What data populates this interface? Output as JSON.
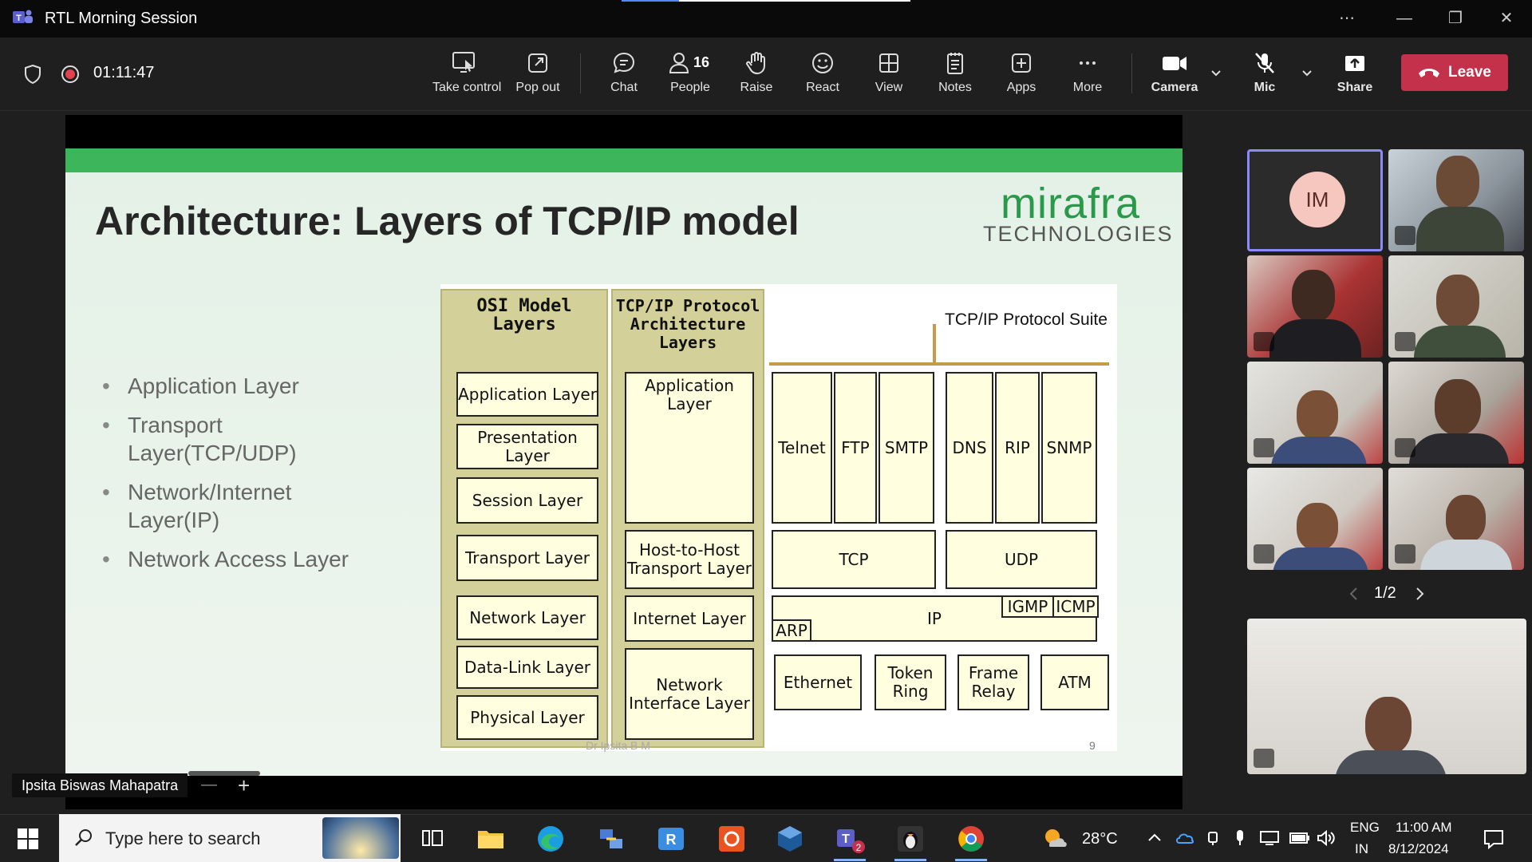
{
  "window": {
    "title": "RTL Morning Session"
  },
  "meeting": {
    "elapsed": "01:11:47",
    "toolbar": {
      "take_control": "Take control",
      "pop_out": "Pop out",
      "chat": "Chat",
      "people": "People",
      "people_count": "16",
      "raise": "Raise",
      "react": "React",
      "view": "View",
      "notes": "Notes",
      "apps": "Apps",
      "more": "More",
      "camera": "Camera",
      "mic": "Mic",
      "share": "Share",
      "leave": "Leave"
    },
    "participant_initials": "IM",
    "pager": "1/2",
    "presenter_name": "Ipsita Biswas Mahapatra",
    "zoom_out": "—",
    "zoom_in": "+"
  },
  "slide": {
    "title": "Architecture: Layers of TCP/IP model",
    "logo_main": "mirafra",
    "logo_sub": "TECHNOLOGIES",
    "bullets": [
      "Application Layer",
      "Transport Layer(TCP/UDP)",
      "Network/Internet Layer(IP)",
      "Network Access Layer"
    ],
    "page_number": "9",
    "watermark": "Dr Ipsita B M",
    "diagram": {
      "osi_head": "OSI Model Layers",
      "osi": [
        "Application Layer",
        "Presentation Layer",
        "Session Layer",
        "Transport Layer",
        "Network Layer",
        "Data-Link Layer",
        "Physical Layer"
      ],
      "tcpip_head": "TCP/IP Protocol Architecture Layers",
      "tcpip": [
        "Application Layer",
        "Host-to-Host Transport Layer",
        "Internet Layer",
        "Network Interface Layer"
      ],
      "suite_label": "TCP/IP Protocol Suite",
      "app_protocols": [
        "Telnet",
        "FTP",
        "SMTP",
        "DNS",
        "RIP",
        "SNMP"
      ],
      "tcp": "TCP",
      "udp": "UDP",
      "ip": "IP",
      "igmp": "IGMP",
      "icmp": "ICMP",
      "arp": "ARP",
      "link": [
        "Ethernet",
        "Token Ring",
        "Frame Relay",
        "ATM"
      ]
    }
  },
  "taskbar": {
    "search_placeholder": "Type here to search",
    "teams_badge": "2",
    "weather": "28°C",
    "lang_top": "ENG",
    "lang_bottom": "IN",
    "time": "11:00 AM",
    "date": "8/12/2024"
  },
  "colors": {
    "leave": "#c4314b",
    "accent": "#8b8cf7",
    "slide_green": "#3cb55b"
  }
}
